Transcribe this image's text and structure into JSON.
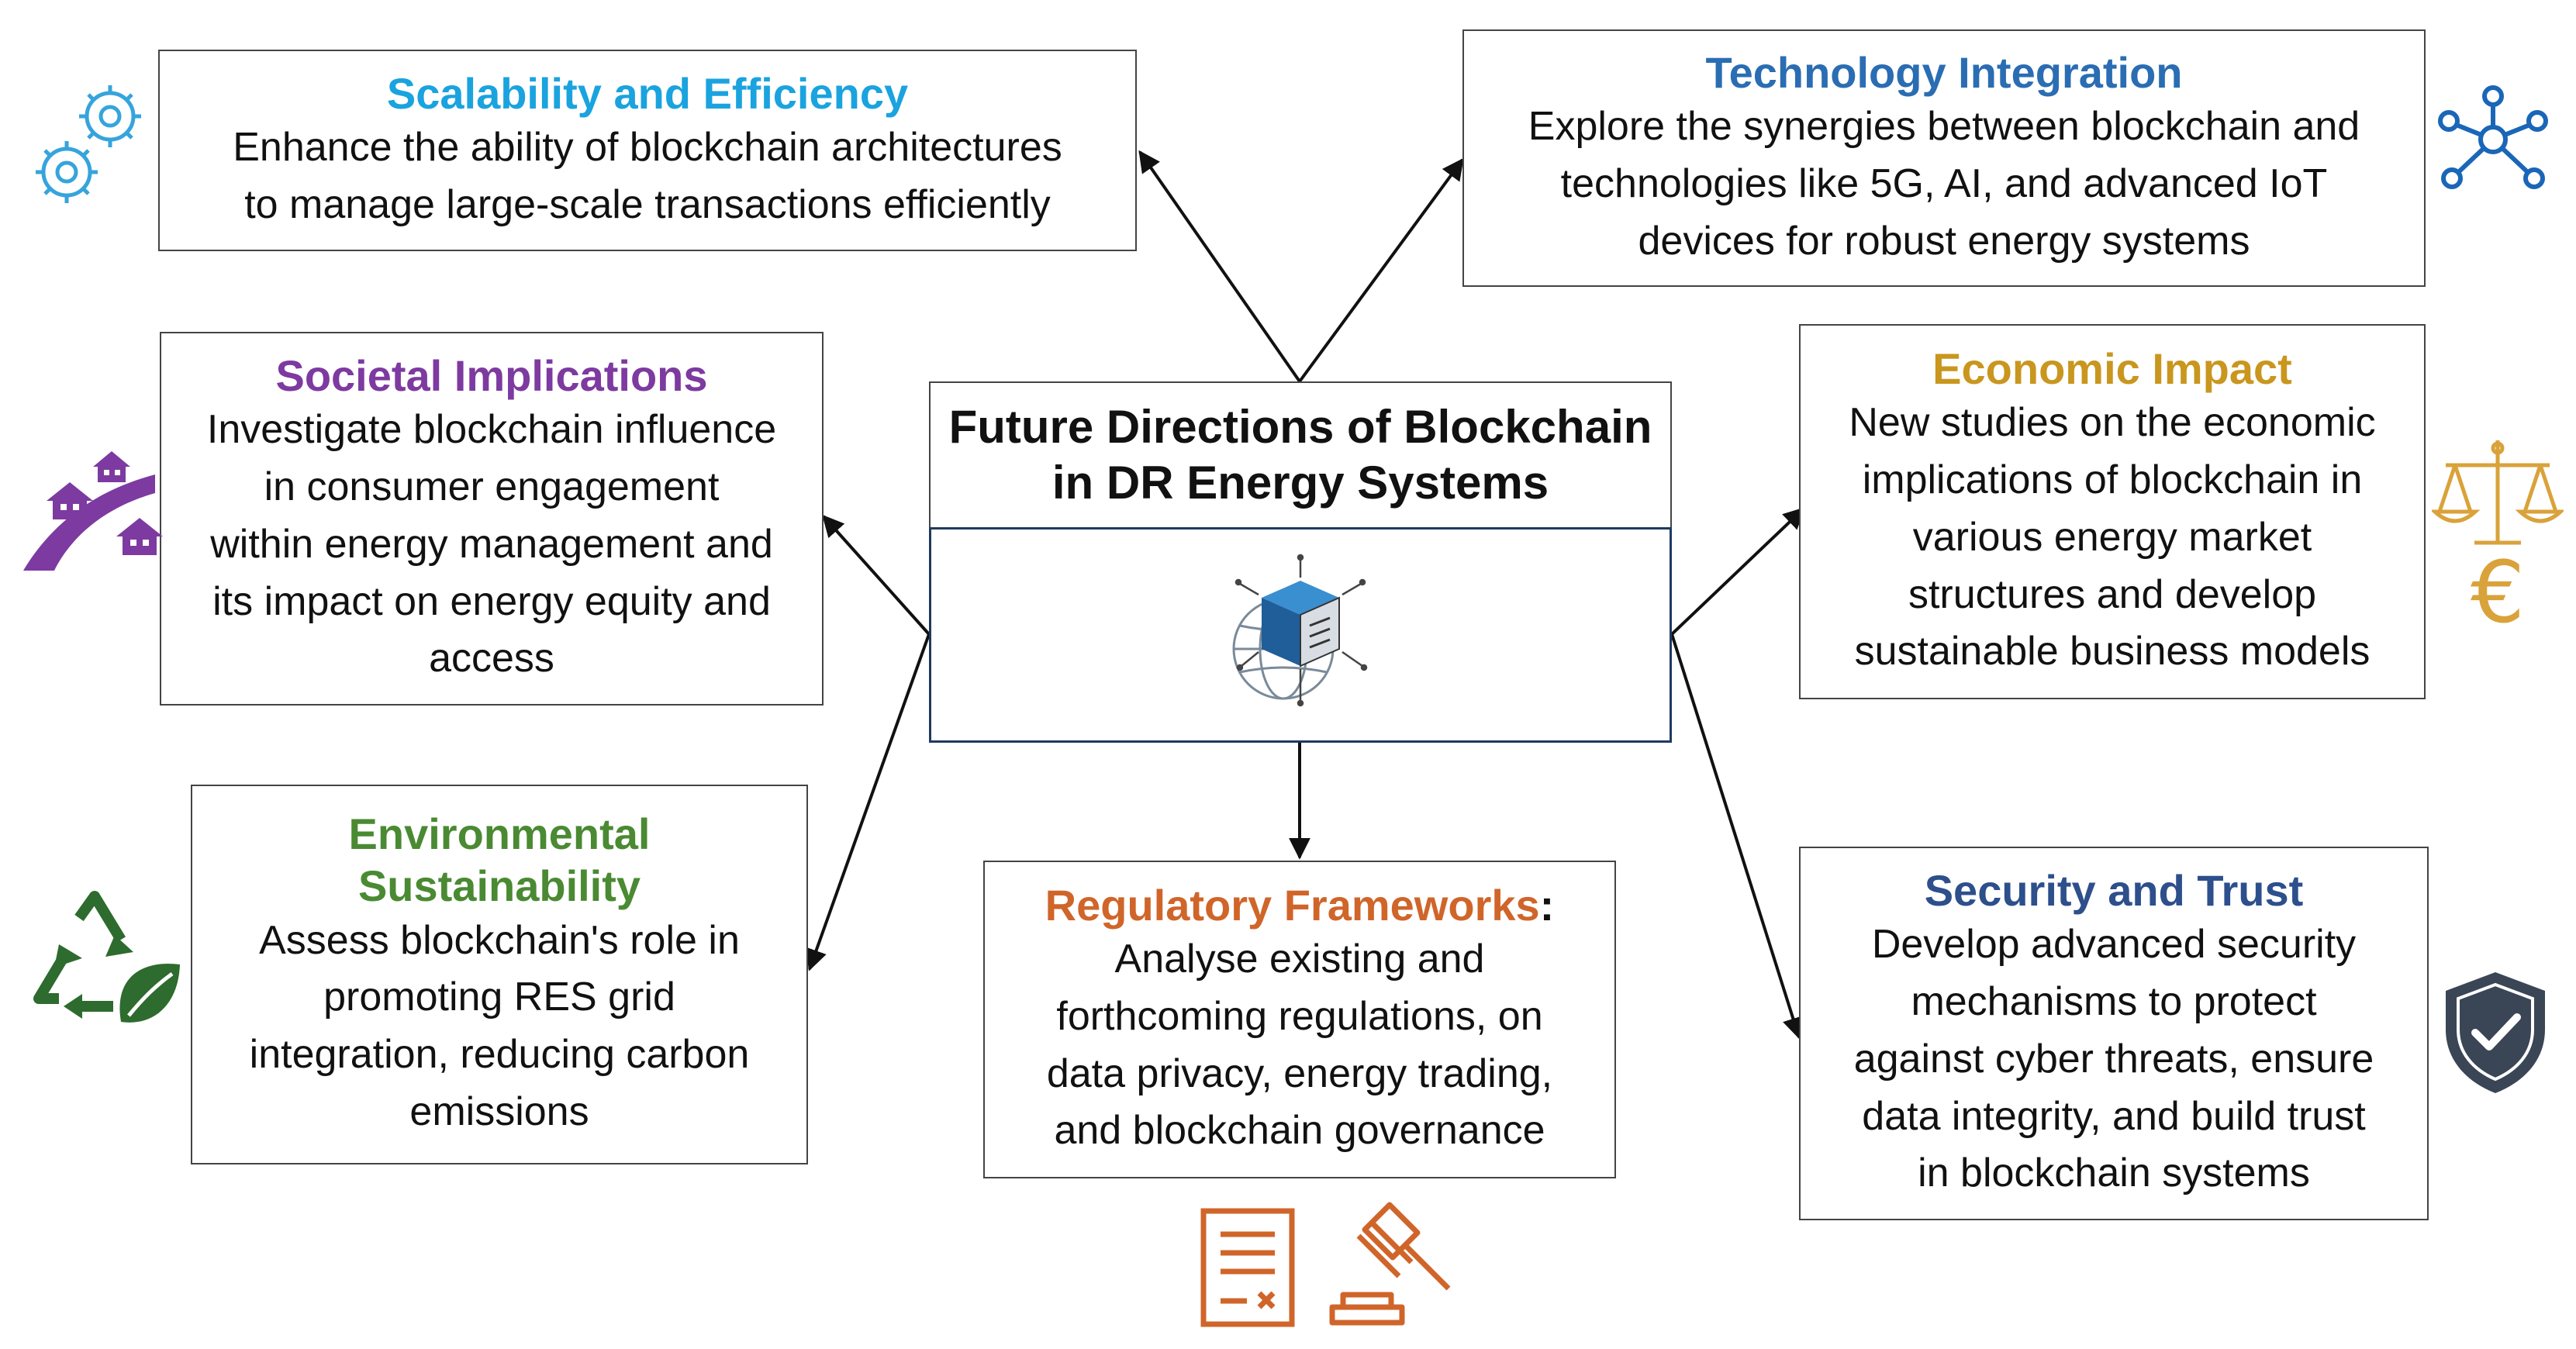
{
  "center": {
    "title_line1": "Future Directions of Blockchain",
    "title_line2": "in DR Energy Systems"
  },
  "nodes": {
    "scalability": {
      "title": "Scalability and Efficiency",
      "lines": [
        "Enhance the ability of blockchain architectures",
        "to manage large-scale transactions efficiently"
      ]
    },
    "technology": {
      "title": "Technology Integration",
      "lines": [
        "Explore the synergies between blockchain and",
        "technologies like 5G, AI, and advanced IoT",
        "devices for robust energy systems"
      ]
    },
    "societal": {
      "title": "Societal Implications",
      "lines": [
        "Investigate blockchain influence",
        "in consumer engagement",
        "within energy management and",
        "its impact on energy equity and",
        "access"
      ]
    },
    "economic": {
      "title": "Economic Impact",
      "lines": [
        "New studies on the economic",
        "implications of blockchain in",
        "various energy market",
        "structures and develop",
        "sustainable business models"
      ]
    },
    "environmental": {
      "title_lines": [
        "Environmental",
        "Sustainability"
      ],
      "lines": [
        "Assess blockchain's role in",
        "promoting RES grid",
        "integration, reducing carbon",
        "emissions"
      ]
    },
    "regulatory": {
      "title": "Regulatory Frameworks",
      "title_suffix": ":",
      "lines": [
        "Analyse existing and",
        "forthcoming regulations, on",
        "data privacy, energy trading,",
        "and blockchain governance"
      ]
    },
    "security": {
      "title": "Security and Trust",
      "lines": [
        "Develop advanced security",
        "mechanisms to protect",
        "against cyber threats, ensure",
        "data integrity, and build trust",
        "in blockchain systems"
      ]
    }
  },
  "colors": {
    "scalability": "#1aa3df",
    "technology": "#2a6db3",
    "societal": "#7d3aa0",
    "economic": "#c9961e",
    "environmental": "#4a8a32",
    "regulatory": "#d0652a",
    "security": "#2d4f8c",
    "center_border": "#1f3a5f",
    "icon_blue": "#1a66b8",
    "icon_cyan": "#36a4dc",
    "icon_purple": "#7d3aa0",
    "icon_gold": "#d9a23a",
    "icon_green": "#2e6b2e",
    "icon_orange": "#d0652a",
    "icon_navy": "#3a4556"
  },
  "icons": [
    "gears-icon",
    "network-hub-icon",
    "houses-road-icon",
    "scales-euro-icon",
    "recycle-leaf-icon",
    "document-icon",
    "gavel-icon",
    "shield-check-icon",
    "blockchain-globe-icon"
  ]
}
